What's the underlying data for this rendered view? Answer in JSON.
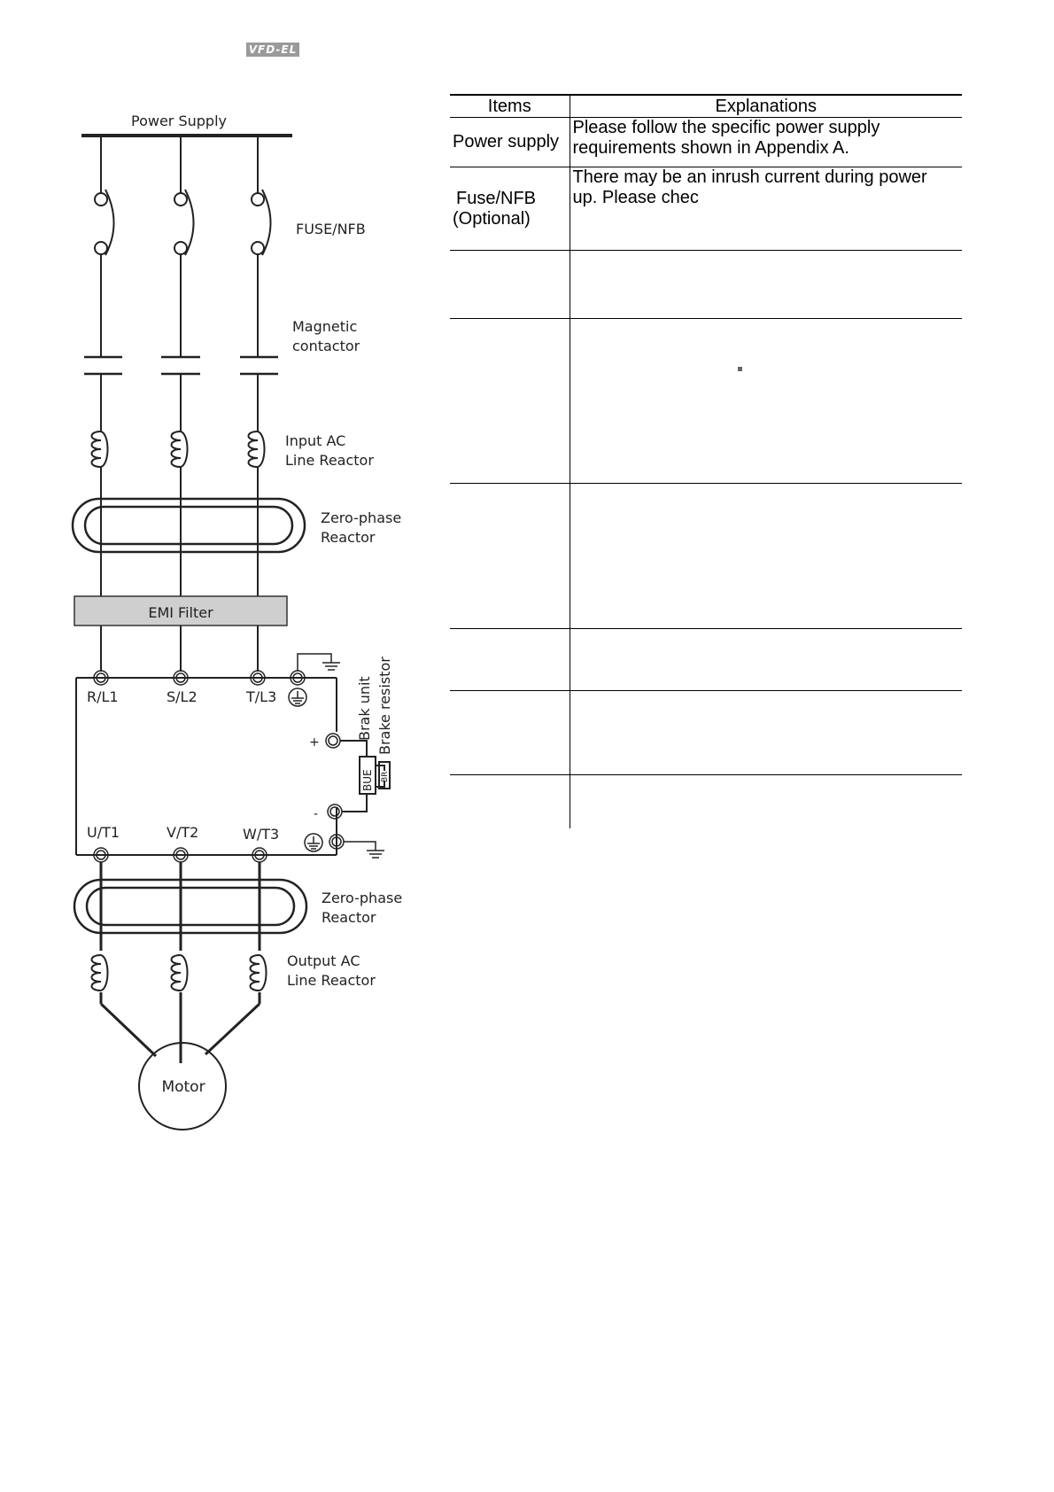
{
  "header": {
    "logo_text": "VFD-EL"
  },
  "diagram": {
    "power_supply": "Power Supply",
    "fuse_nfb": "FUSE/NFB",
    "magnetic_contactor": [
      "Magnetic",
      "contactor"
    ],
    "input_reactor": [
      "Input AC",
      "Line Reactor"
    ],
    "zero_phase_reactor": [
      "Zero-phase",
      "Reactor"
    ],
    "emi_filter": "EMI Filter",
    "terminals_in": [
      "R/L1",
      "S/L2",
      "T/L3"
    ],
    "terminals_out": [
      "U/T1",
      "V/T2",
      "W/T3"
    ],
    "plus": "+",
    "minus": "-",
    "brake_unit": "Brak unit",
    "brake_resistor": "Brake resistor",
    "bue": "BUE",
    "br": "BR",
    "output_reactor": [
      "Output AC",
      "Line Reactor"
    ],
    "motor": "Motor"
  },
  "table": {
    "headers": [
      "Items",
      "Explanations"
    ],
    "rows": [
      {
        "item": [
          "Power supply"
        ],
        "text": [
          "Please follow the specific power supply",
          "requirements shown in Appendix A."
        ]
      },
      {
        "item": [
          "Fuse/NFB",
          "(Optional)"
        ],
        "text": [
          "There may be an inrush current during power",
          "up. Please chec"
        ]
      },
      {
        "item": [],
        "text": []
      },
      {
        "item": [],
        "text": []
      },
      {
        "item": [],
        "text": []
      },
      {
        "item": [],
        "text": []
      },
      {
        "item": [],
        "text": []
      },
      {
        "item": [],
        "text": []
      }
    ]
  }
}
